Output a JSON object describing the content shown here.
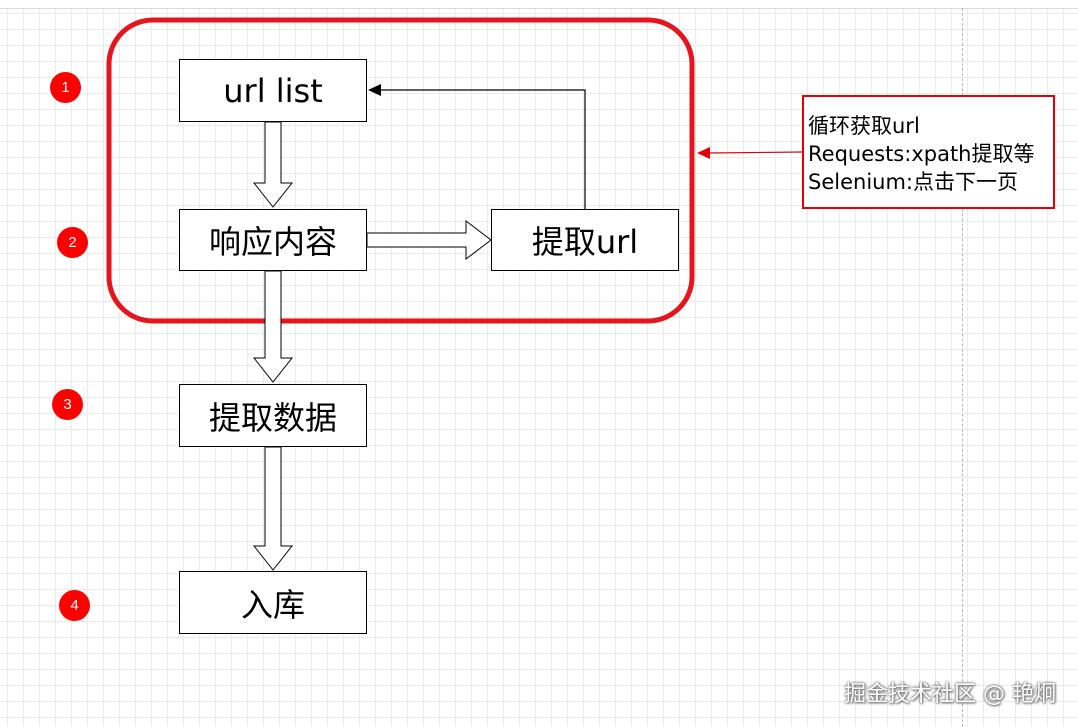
{
  "diagram": {
    "nodes": {
      "url_list": "url list",
      "response": "响应内容",
      "extract_url": "提取url",
      "extract_data": "提取数据",
      "storage": "入库"
    },
    "markers": [
      "1",
      "2",
      "3",
      "4"
    ],
    "note": {
      "lines": [
        "循环获取url",
        "Requests:xpath提取等",
        "Selenium:点击下一页"
      ]
    },
    "colors": {
      "highlight": "#e8141c",
      "marker": "#ff0000",
      "stroke": "#000000"
    }
  },
  "watermark": "掘金技术社区 @ 艳炯"
}
